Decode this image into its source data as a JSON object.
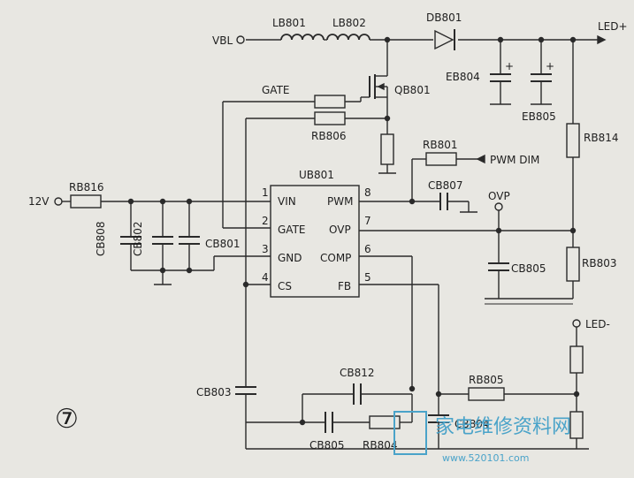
{
  "diagram": {
    "supply_in": "VBL",
    "input_12v": "12V",
    "led_plus": "LED+",
    "led_minus": "LED-",
    "pwm_dim": "PWM DIM",
    "ovp": "OVP",
    "gate_net": "GATE",
    "figure_number": "⑦",
    "ic": {
      "name": "UB801",
      "left_pins": [
        {
          "num": "1",
          "name": "VIN"
        },
        {
          "num": "2",
          "name": "GATE"
        },
        {
          "num": "3",
          "name": "GND"
        },
        {
          "num": "4",
          "name": "CS"
        }
      ],
      "right_pins": [
        {
          "num": "8",
          "name": "PWM"
        },
        {
          "num": "7",
          "name": "OVP"
        },
        {
          "num": "6",
          "name": "COMP"
        },
        {
          "num": "5",
          "name": "FB"
        }
      ]
    },
    "components": {
      "lb801": "LB801",
      "lb802": "LB802",
      "db801": "DB801",
      "eb804": "EB804",
      "eb805": "EB805",
      "qb801": "QB801",
      "rb806": "RB806",
      "rb801": "RB801",
      "rb814": "RB814",
      "rb816": "RB816",
      "cb808": "CB808",
      "cb802": "CB802",
      "cb801": "CB801",
      "cb807": "CB807",
      "cb805_ovp": "CB805",
      "rb803": "RB803",
      "cb803": "CB803",
      "cb812": "CB812",
      "cb805_bottom": "CB805",
      "rb804": "RB804",
      "cb804": "CB804",
      "rb805": "RB805"
    }
  },
  "watermark": {
    "text": "家电维修资料网",
    "url": "www.520101.com"
  }
}
